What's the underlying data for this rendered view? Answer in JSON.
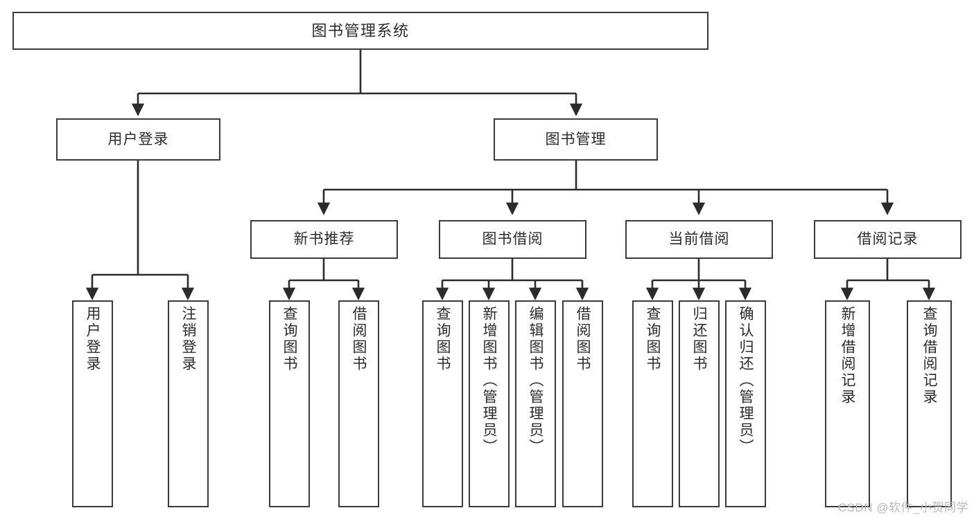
{
  "diagram": {
    "title": "图书管理系统",
    "type": "tree-hierarchy",
    "watermark": "CSDN @软件_小贺同学",
    "colors": {
      "background": "#ffffff",
      "box_border": "#3a3a3a",
      "box_fill": "#ffffff",
      "text": "#2b2b2b",
      "connector": "#2b2b2b",
      "watermark": "#b9b9b9"
    },
    "nodes": {
      "root": {
        "label": "图书管理系统"
      },
      "level2": [
        {
          "label": "用户登录"
        },
        {
          "label": "图书管理"
        }
      ],
      "level3": [
        {
          "label": "新书推荐"
        },
        {
          "label": "图书借阅"
        },
        {
          "label": "当前借阅"
        },
        {
          "label": "借阅记录"
        }
      ],
      "leaves_user_login": [
        {
          "label": "用户登录"
        },
        {
          "label": "注销登录"
        }
      ],
      "leaves_new_book": [
        {
          "label": "查询图书"
        },
        {
          "label": "借阅图书"
        }
      ],
      "leaves_borrow": [
        {
          "label": "查询图书"
        },
        {
          "label": "新增图书（管理员）"
        },
        {
          "label": "编辑图书（管理员）"
        },
        {
          "label": "借阅图书"
        }
      ],
      "leaves_current": [
        {
          "label": "查询图书"
        },
        {
          "label": "归还图书"
        },
        {
          "label": "确认归还（管理员）"
        }
      ],
      "leaves_record": [
        {
          "label": "新增借阅记录"
        },
        {
          "label": "查询借阅记录"
        }
      ]
    }
  }
}
